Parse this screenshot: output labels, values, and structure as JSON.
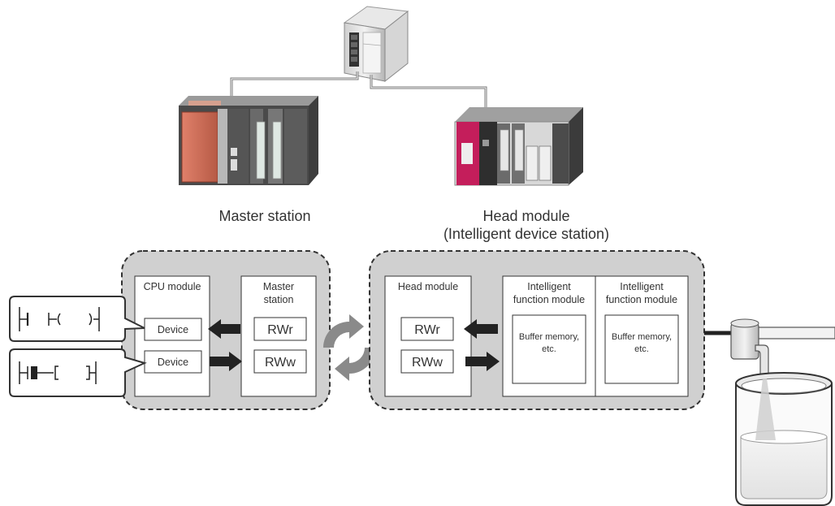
{
  "labels": {
    "master_station": "Master station",
    "head_module_line1": "Head module",
    "head_module_line2": "(Intelligent device station)"
  },
  "master_group": {
    "cpu_module": "CPU module",
    "device_top": "Device",
    "device_bottom": "Device",
    "master_title_line1": "Master",
    "master_title_line2": "station",
    "rwr": "RWr",
    "rww": "RWw"
  },
  "head_group": {
    "head_module": "Head module",
    "rwr": "RWr",
    "rww": "RWw",
    "ifm1_line1": "Intelligent",
    "ifm1_line2": "function module",
    "ifm1_buffer_line1": "Buffer memory,",
    "ifm1_buffer_line2": "etc.",
    "ifm2_line1": "Intelligent",
    "ifm2_line2": "function module",
    "ifm2_buffer_line1": "Buffer memory,",
    "ifm2_buffer_line2": "etc."
  },
  "colors": {
    "group_fill": "#d0d0d0",
    "arrow": "#222222",
    "cycle_gray": "#8a8a8a",
    "master_cpu_red": "#d9755e",
    "head_magenta": "#c41e5b"
  }
}
